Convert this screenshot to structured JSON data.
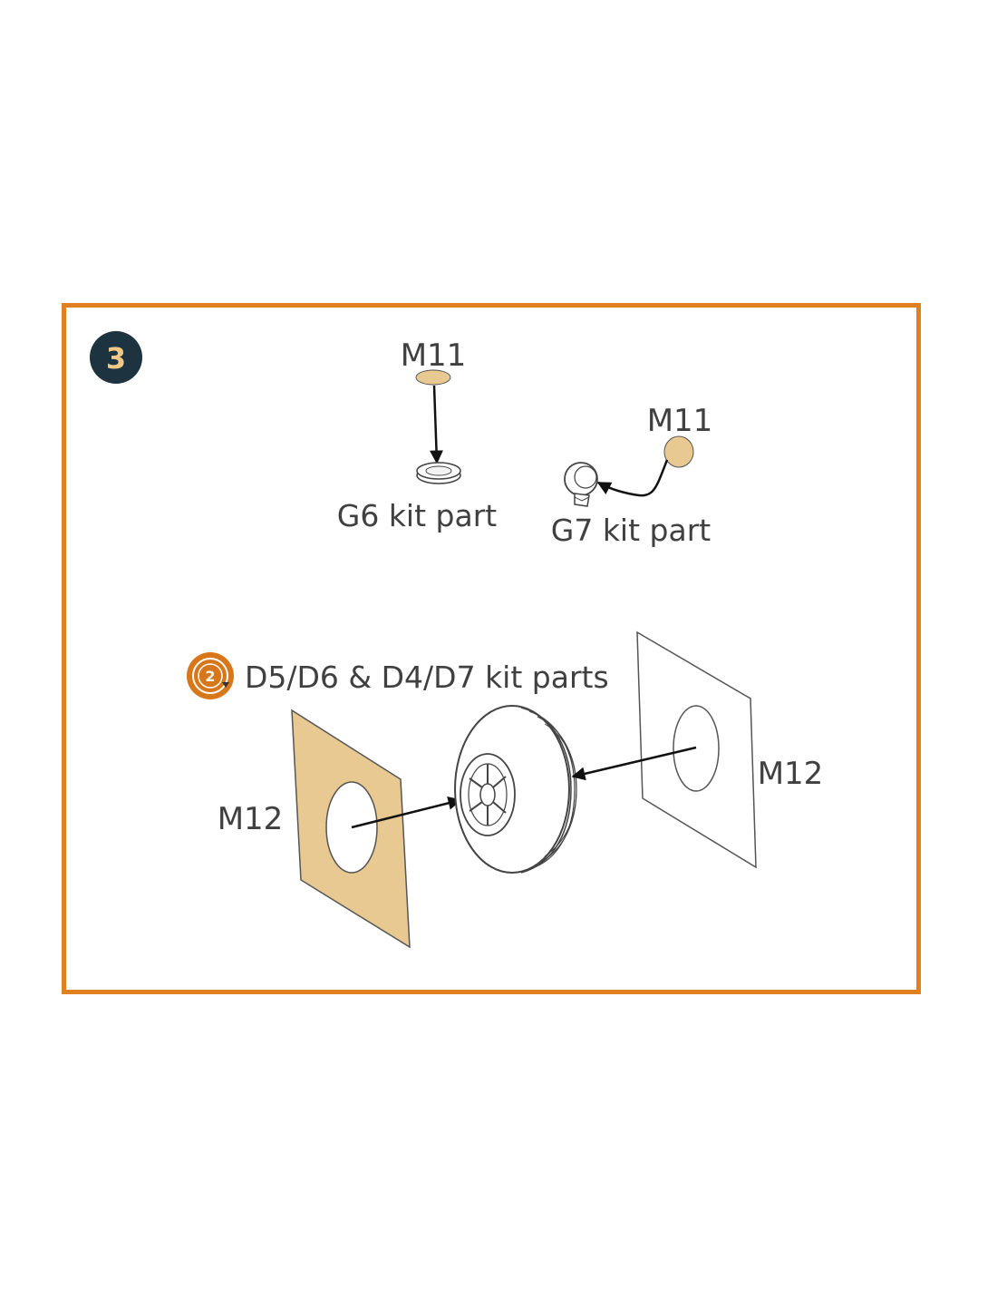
{
  "colors": {
    "frame": "#e0801f",
    "step_badge": "#1d3340",
    "step_number": "#f0c987",
    "photo_etch": "#e8c992",
    "text": "#404040",
    "sub_step_icon": "#d8761a"
  },
  "step": {
    "number": "3"
  },
  "parts": {
    "m11_top_label": "M11",
    "g6_label": "G6 kit part",
    "m11_right_label": "M11",
    "g7_label": "G7 kit part",
    "sub_step_number": "2",
    "sub_step_label": "D5/D6 & D4/D7 kit parts",
    "m12_left_label": "M12",
    "m12_right_label": "M12"
  },
  "icons": {
    "step_badge": "numbered-circle",
    "sub_step": "circular-arrow-numbered-icon",
    "arrows": "assembly-arrow"
  }
}
